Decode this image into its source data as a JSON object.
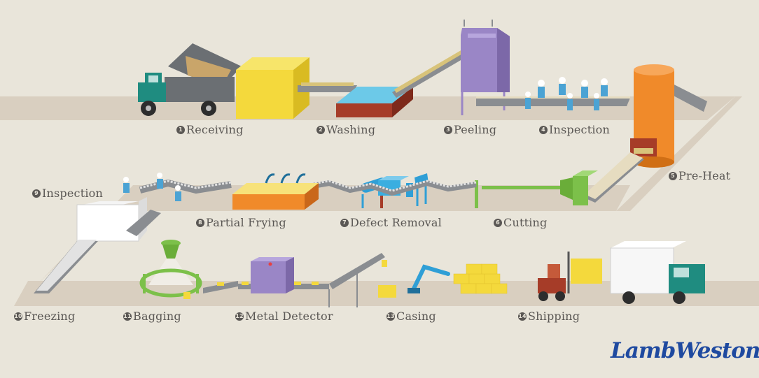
{
  "steps": [
    {
      "num": "1",
      "label": "Receiving"
    },
    {
      "num": "2",
      "label": "Washing"
    },
    {
      "num": "3",
      "label": "Peeling"
    },
    {
      "num": "4",
      "label": "Inspection"
    },
    {
      "num": "5",
      "label": "Pre-Heat"
    },
    {
      "num": "6",
      "label": "Cutting"
    },
    {
      "num": "7",
      "label": "Defect Removal"
    },
    {
      "num": "8",
      "label": "Partial Frying"
    },
    {
      "num": "9",
      "label": "Inspection"
    },
    {
      "num": "10",
      "label": "Freezing"
    },
    {
      "num": "11",
      "label": "Bagging"
    },
    {
      "num": "12",
      "label": "Metal Detector"
    },
    {
      "num": "13",
      "label": "Casing"
    },
    {
      "num": "14",
      "label": "Shipping"
    }
  ],
  "brand": {
    "name": "LambWeston",
    "mark": "®"
  },
  "colors": {
    "background": "#e9e5da",
    "floor": "#d9cfc0",
    "conveyor": "#8a8d91",
    "truck_cab": "#1f8c80",
    "yellow": "#f4d93c",
    "orange": "#f08a2a",
    "purple": "#9a86c6",
    "green": "#7cc04a",
    "blue": "#2f9fd6",
    "red_brown": "#a63c28",
    "brand_blue": "#1f4aa0"
  }
}
